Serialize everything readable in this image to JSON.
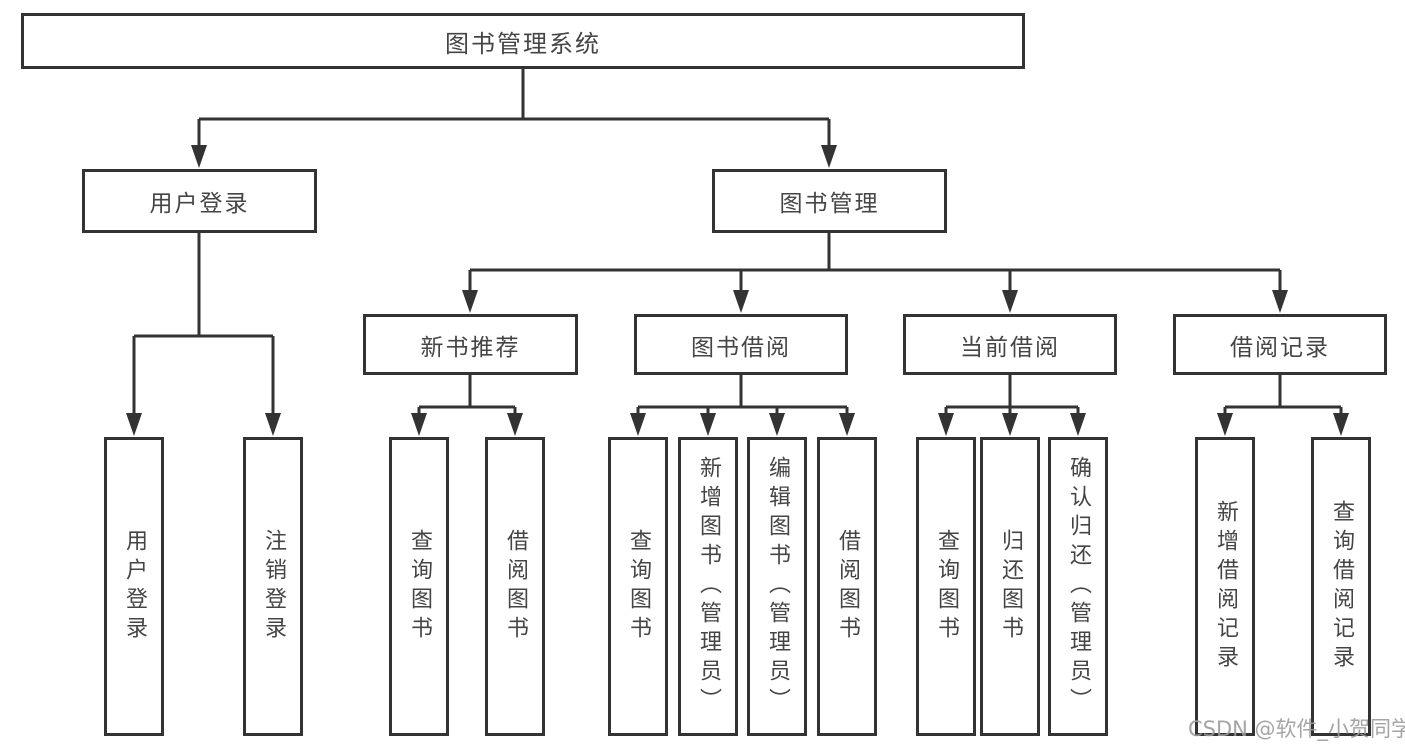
{
  "tree": {
    "label": "图书管理系统",
    "children": [
      {
        "label": "用户登录",
        "children": [
          {
            "label": "用户登录"
          },
          {
            "label": "注销登录"
          }
        ]
      },
      {
        "label": "图书管理",
        "children": [
          {
            "label": "新书推荐",
            "children": [
              {
                "label": "查询图书"
              },
              {
                "label": "借阅图书"
              }
            ]
          },
          {
            "label": "图书借阅",
            "children": [
              {
                "label": "查询图书"
              },
              {
                "label": "新增图书（管理员）"
              },
              {
                "label": "编辑图书（管理员）"
              },
              {
                "label": "借阅图书"
              }
            ]
          },
          {
            "label": "当前借阅",
            "children": [
              {
                "label": "查询图书"
              },
              {
                "label": "归还图书"
              },
              {
                "label": "确认归还（管理员）"
              }
            ]
          },
          {
            "label": "借阅记录",
            "children": [
              {
                "label": "新增借阅记录"
              },
              {
                "label": "查询借阅记录"
              }
            ]
          }
        ]
      }
    ]
  },
  "watermark": "CSDN @软件_小贺同学",
  "colors": {
    "line": "#333333",
    "box_border": "#333333",
    "text": "#454545",
    "watermark": "#9c9c9c",
    "background": "#ffffff"
  }
}
